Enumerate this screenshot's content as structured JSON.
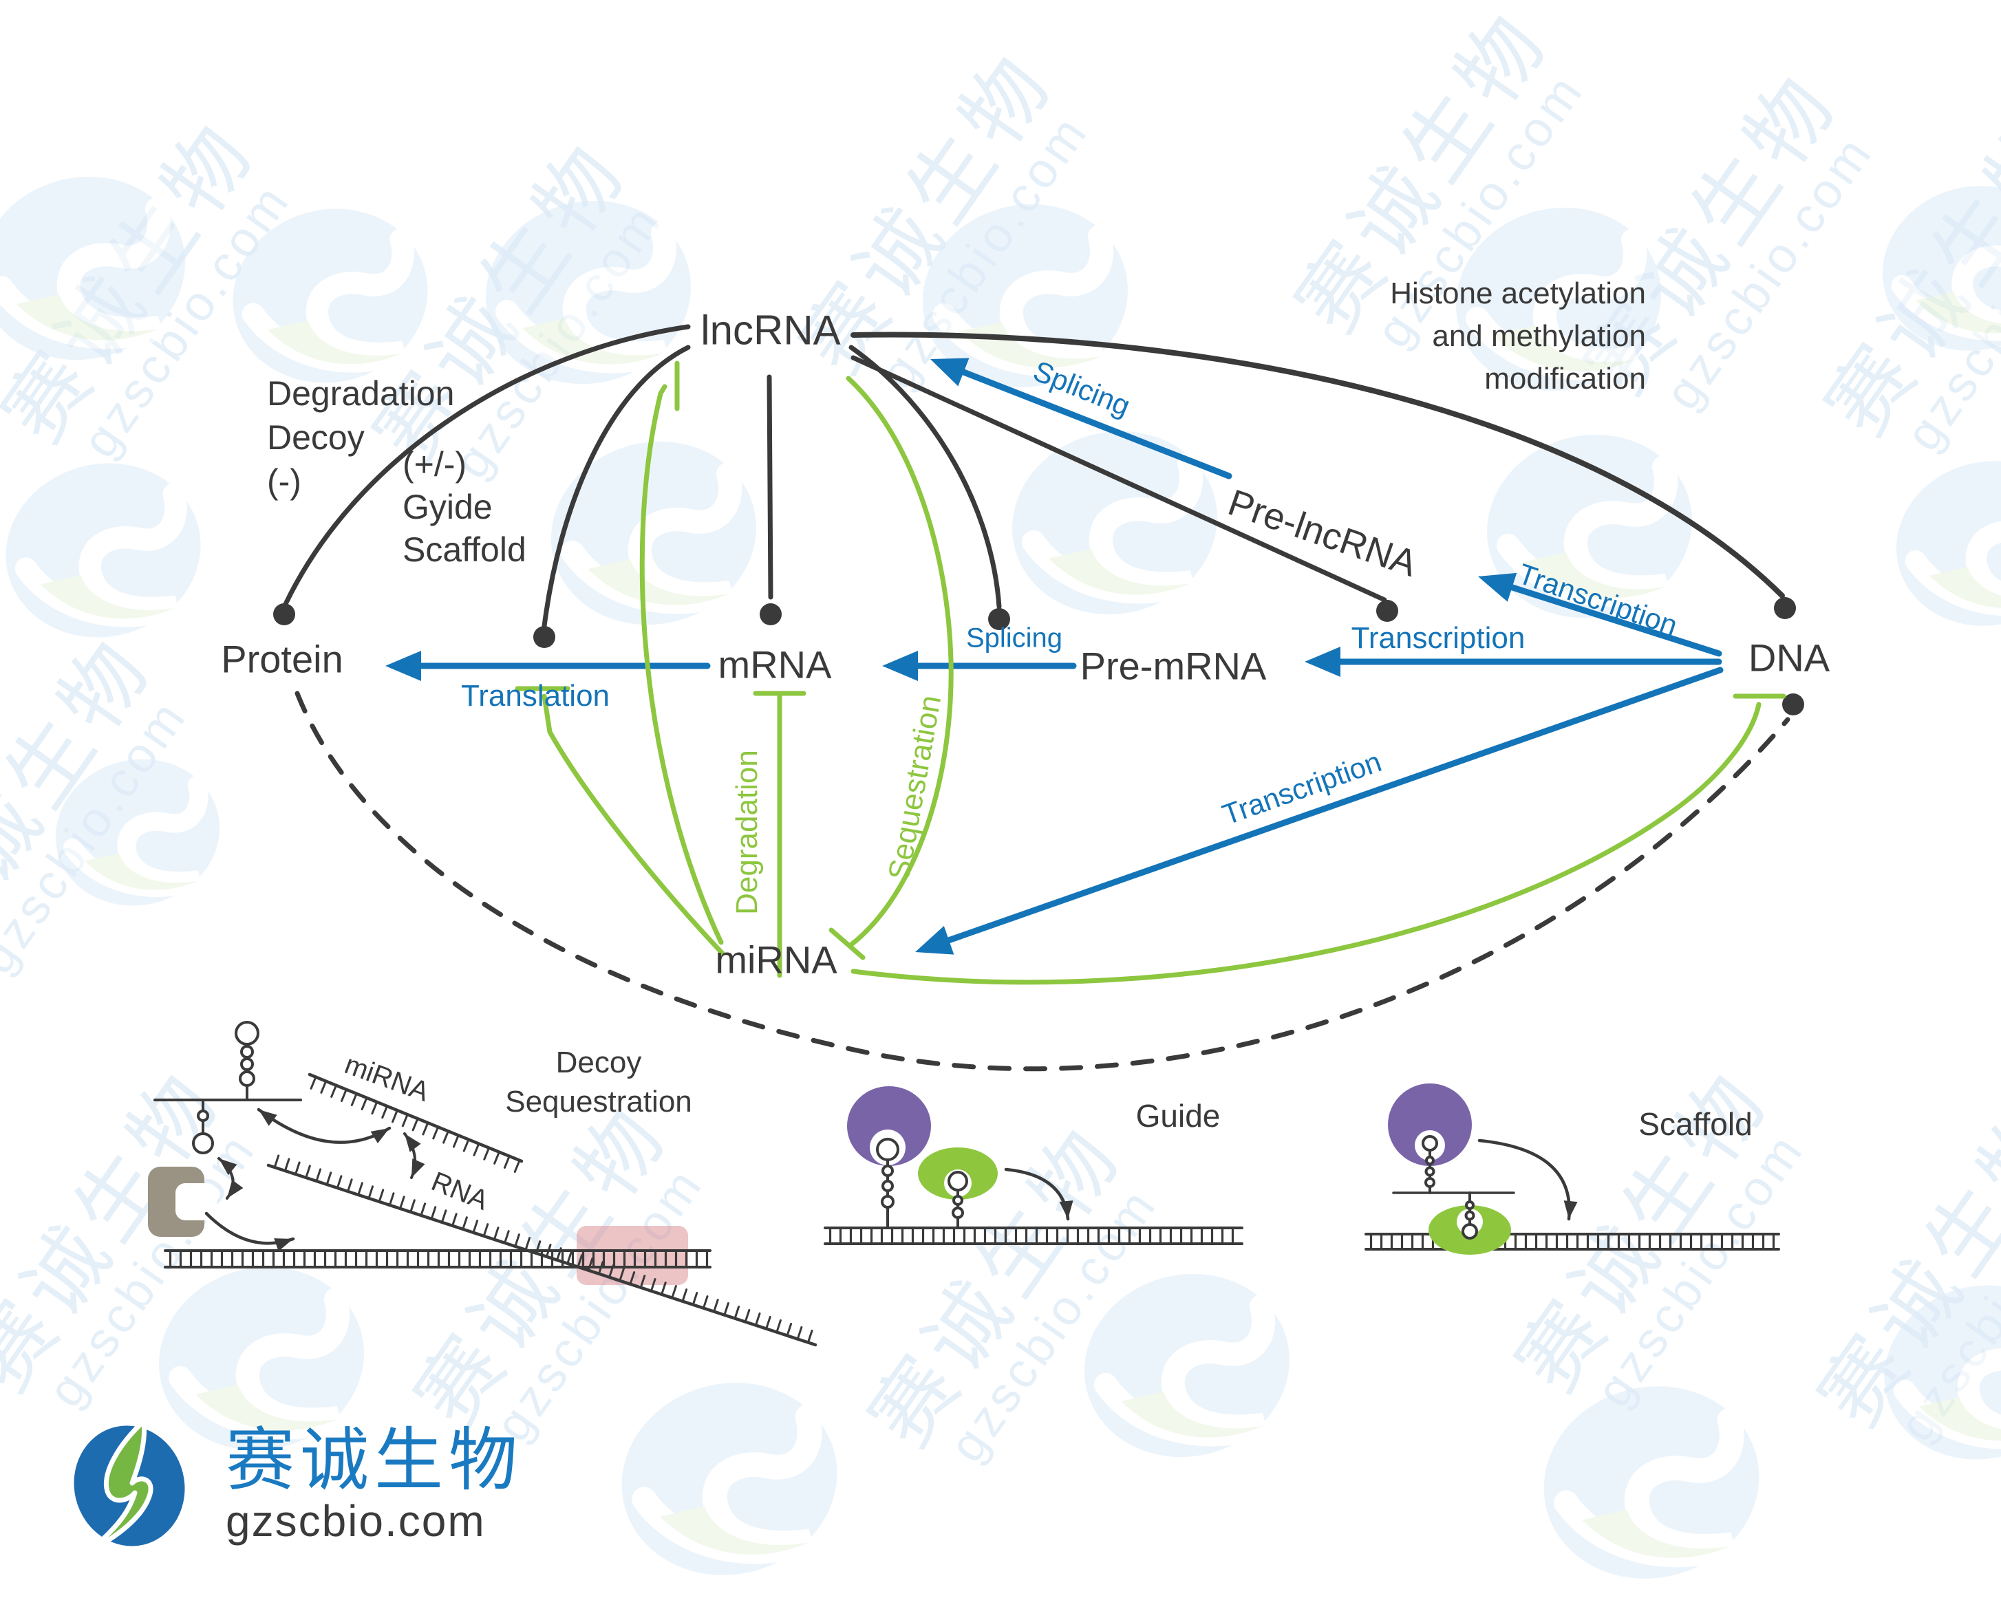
{
  "diagram": {
    "nodes": {
      "lncrna": "lncRNA",
      "pre_lncrna": "Pre-lncRNA",
      "dna": "DNA",
      "pre_mrna": "Pre-mRNA",
      "mrna": "mRNA",
      "protein": "Protein",
      "mirna": "miRNA"
    },
    "edge_labels": {
      "splicing_lncrna": "Splicing",
      "splicing_mrna": "Splicing",
      "transcription_pre_lncrna": "Transcription",
      "transcription_pre_mrna": "Transcription",
      "transcription_mirna": "Transcription",
      "translation": "Translation",
      "degradation": "Degradation",
      "sequestration": "Sequestration"
    },
    "annotations": {
      "histone_lines": [
        "Histone acetylation",
        "and methylation",
        "modification"
      ],
      "protein_effects": [
        "Degradation",
        "Decoy",
        "(-)"
      ],
      "guide_effects": [
        "(+/-)",
        "Gyide",
        "Scaffold"
      ]
    }
  },
  "mechanisms": {
    "decoy_lines": [
      "Decoy",
      "Sequestration"
    ],
    "decoy_mirna_label": "miRNA",
    "decoy_rna_label": "RNA",
    "guide_label": "Guide",
    "scaffold_label": "Scaffold"
  },
  "branding": {
    "company_name": "赛诚生物",
    "website": "gzscbio.com"
  },
  "watermark": {
    "cn": "赛诚生物",
    "en": "gzscbio.com"
  },
  "colors": {
    "line_dark": "#3a3a3a",
    "arrow_blue": "#1474b8",
    "green": "#8dc63f",
    "purple": "#7a64a8",
    "blob_green": "#8ec73e",
    "protein_gray": "#9a9282",
    "highlight_pink": "#d98a8e",
    "watermark_blue": "#cfe2f4",
    "logo_blue": "#1e6cb0",
    "logo_green": "#76b743"
  }
}
